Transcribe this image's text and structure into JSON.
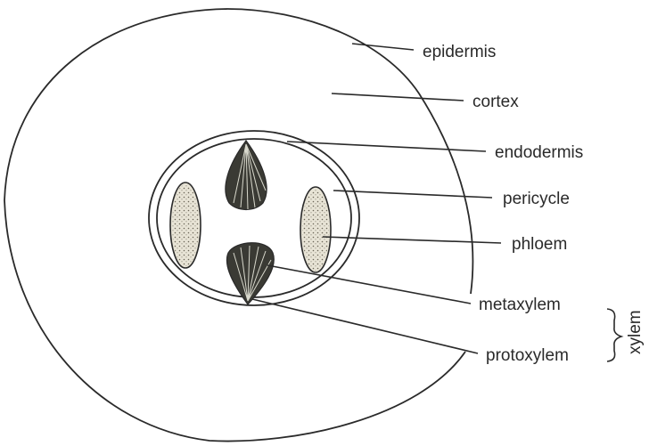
{
  "labels": {
    "epidermis": "epidermis",
    "cortex": "cortex",
    "endodermis": "endodermis",
    "pericycle": "pericycle",
    "phloem": "phloem",
    "metaxylem": "metaxylem",
    "protoxylem": "protoxylem",
    "xylem": "xylem"
  },
  "colors": {
    "line": "#2a2a2a",
    "xylem_fill": "#3a3a34",
    "phloem_fill": "#e8e4d6",
    "background": "#ffffff"
  }
}
